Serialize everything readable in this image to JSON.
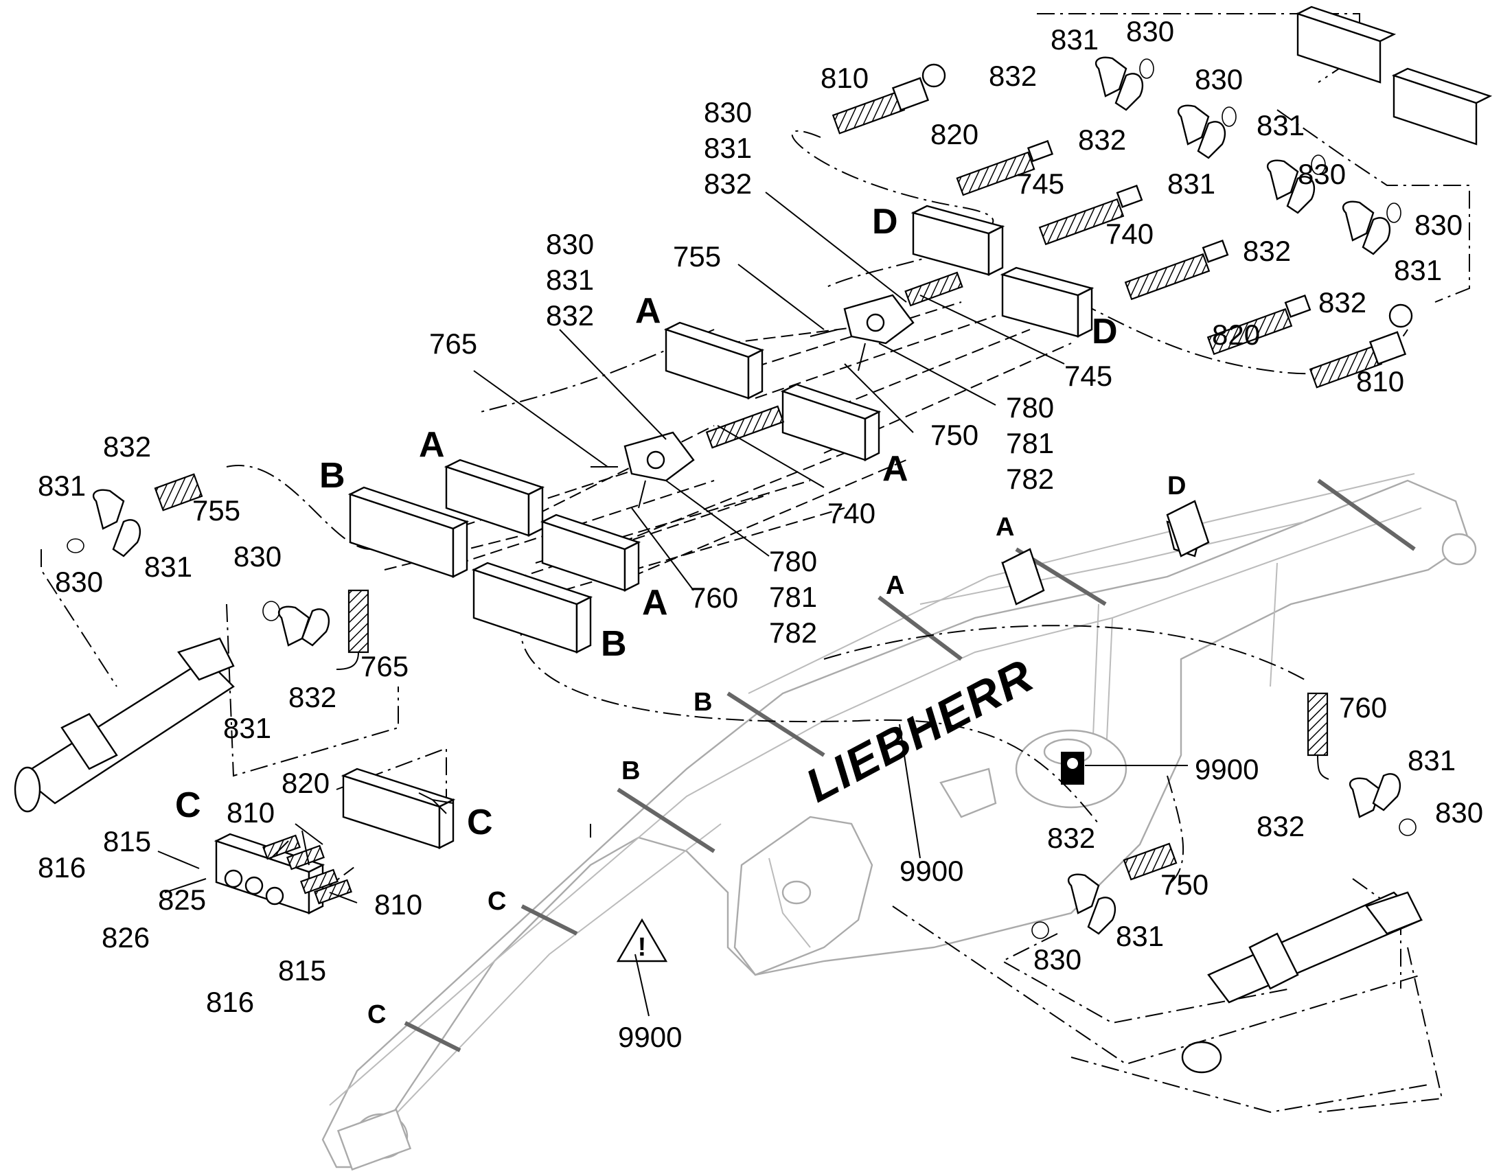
{
  "brand_logo": "LIEBHERR",
  "sections": {
    "A": "A",
    "B": "B",
    "C": "C",
    "D": "D"
  },
  "callouts": {
    "c810_top": "810",
    "c831_top": "831",
    "c830_top1": "830",
    "c832_top1": "832",
    "c830_top2": "830",
    "c820_top": "820",
    "c832_top2": "832",
    "c831_top2": "831",
    "c745_top": "745",
    "c831_top3": "831",
    "c830_top3": "830",
    "c740_top": "740",
    "c832_top3": "832",
    "c830_top4": "830",
    "c831_top4": "831",
    "c832_top4": "832",
    "c820_top2": "820",
    "c810_top2": "810",
    "c830_stack1": "830",
    "c831_stack1": "831",
    "c832_stack1": "832",
    "c755_mid": "755",
    "c745_mid": "745",
    "c780_r1": "780",
    "c781_r1": "781",
    "c782_r1": "782",
    "c750_mid": "750",
    "c830_stack2": "830",
    "c831_stack2": "831",
    "c832_stack2": "832",
    "c765_mid": "765",
    "c740_mid": "740",
    "c780_r2": "780",
    "c781_r2": "781",
    "c782_r2": "782",
    "c760_mid": "760",
    "c832_left": "832",
    "c831_left1": "831",
    "c755_left": "755",
    "c831_left2": "831",
    "c830_left": "830",
    "c830_lmid": "830",
    "c765_lmid": "765",
    "c832_lmid": "832",
    "c831_lmid": "831",
    "c820_c": "820",
    "c810_c1": "810",
    "c815_c1": "815",
    "c816_c1": "816",
    "c825_c": "825",
    "c826_c": "826",
    "c810_c2": "810",
    "c815_c2": "815",
    "c816_c2": "816",
    "c760_r": "760",
    "c831_r": "831",
    "c9900_r": "9900",
    "c832_r": "832",
    "c830_r": "830",
    "c9900_brand": "9900",
    "c832_br": "832",
    "c750_br": "750",
    "c831_br": "831",
    "c830_br": "830",
    "c9900_warn": "9900"
  }
}
